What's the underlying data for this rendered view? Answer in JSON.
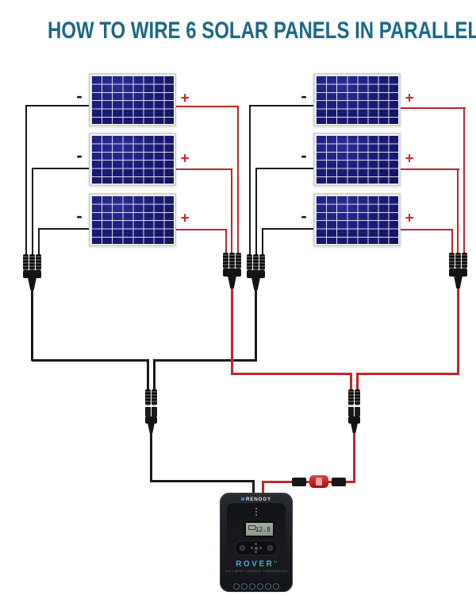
{
  "title": "HOW TO WIRE 6 SOLAR PANELS IN PARALLEL",
  "labels": {
    "negative": "-",
    "positive": "+"
  },
  "panels": {
    "count": 6,
    "arrangement": "2 columns x 3 rows",
    "wiring": "parallel"
  },
  "colors": {
    "title": "#1a6888",
    "negative_wire": "#1a1a1a",
    "positive_wire": "#c22727",
    "panel_cell_blue": "#1b1b74",
    "panel_frame": "#d2d2d2",
    "controller_accent": "#4aaed8"
  },
  "controller": {
    "brand": "RENOGY",
    "model": "ROVER",
    "model_suffix": "LI",
    "subtitle": "20A | MPPT CHARGE CONTROLLER",
    "lcd_value": "12.8"
  }
}
